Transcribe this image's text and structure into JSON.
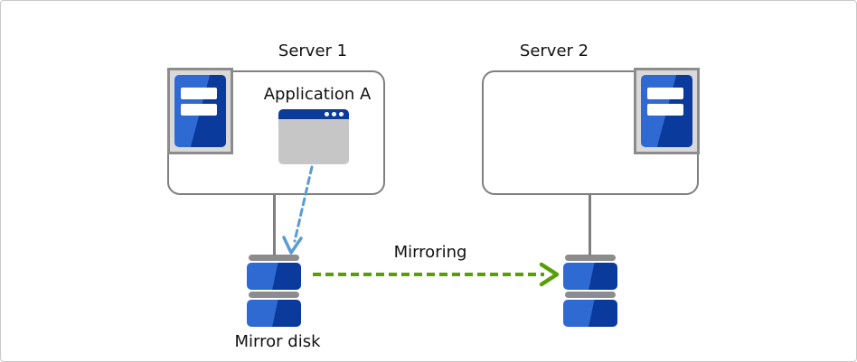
{
  "diagram": {
    "server1": {
      "label": "Server 1",
      "application_label": "Application A"
    },
    "server2": {
      "label": "Server 2"
    },
    "mirroring_label": "Mirroring",
    "mirror_disk_label": "Mirror disk"
  },
  "icons": {
    "server_tower": "server-tower-icon",
    "application_window": "app-window-icon",
    "mirror_disk": "disk-stack-icon"
  },
  "colors": {
    "canvas_border": "#c8c8c8",
    "box_border": "#7f7f7f",
    "connector_gray": "#7f7f7f",
    "icon_frame_bg": "#d9d9d9",
    "icon_frame_border": "#8c8c8c",
    "blue_light": "#2f6ad3",
    "blue_dark": "#0a3a9b",
    "titlebar_blue": "#0b3c99",
    "window_body_gray": "#c6c6c6",
    "disk_bar_gray": "#8c8c8c",
    "arrow_blue": "#5b9bd5",
    "arrow_green": "#5a9e06",
    "text": "#111111"
  }
}
